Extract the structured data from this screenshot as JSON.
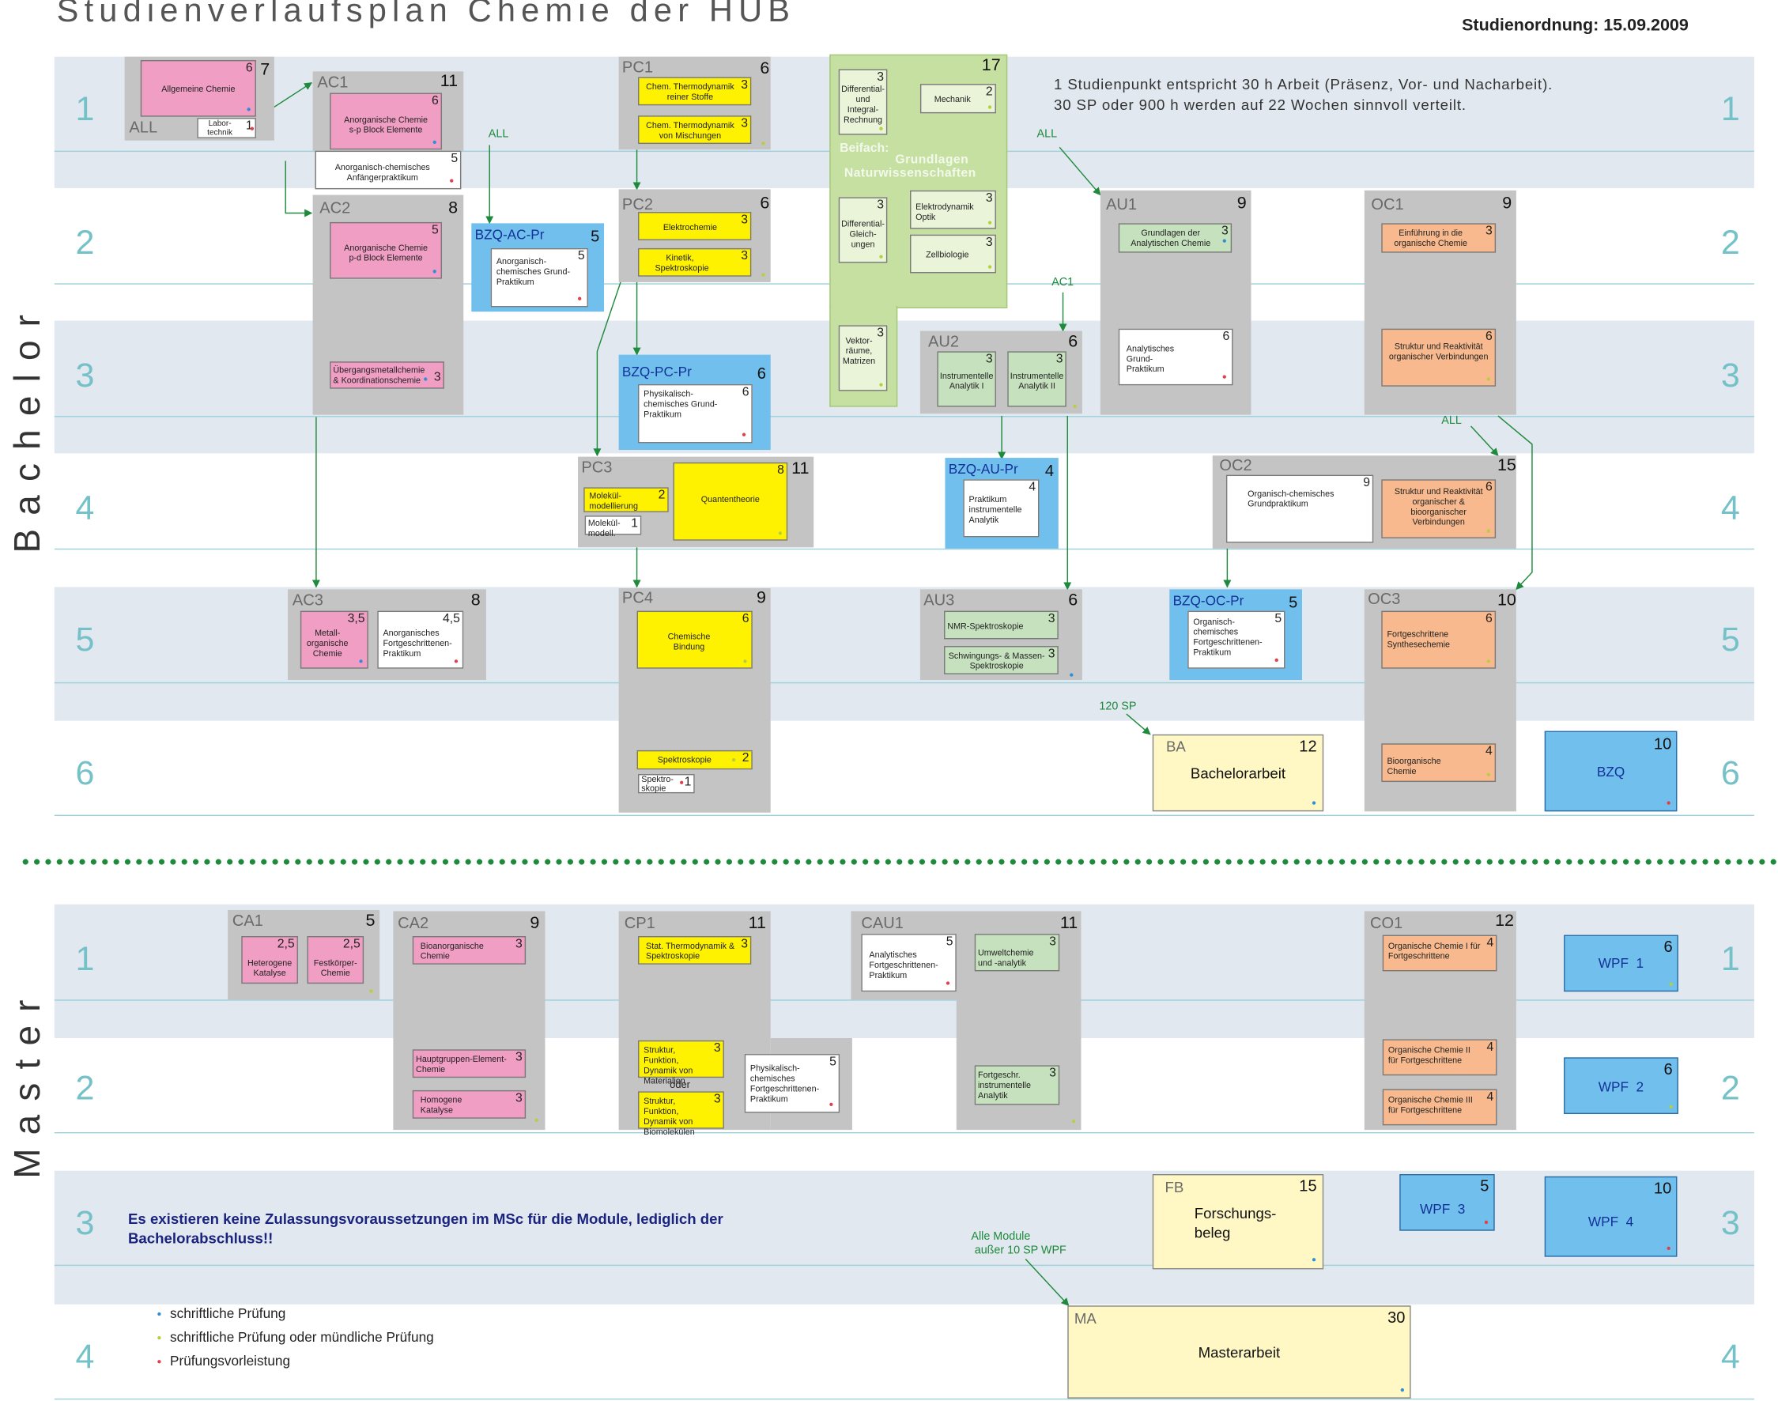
{
  "header": {
    "title": "Studienverlaufsplan Chemie der HUB",
    "order": "Studienordnung: 15.09.2009"
  },
  "info": {
    "line1": "1 Studienpunkt entspricht 30 h Arbeit  (Präsenz, Vor- und Nacharbeit).",
    "line2": "30 SP   oder  900 h  werden  auf  22  Wochen  sinnvoll verteilt."
  },
  "sections": {
    "bachelor": "Bachelor",
    "master": "Master"
  },
  "semesters": {
    "b1": "1",
    "b2": "2",
    "b3": "3",
    "b4": "4",
    "b5": "5",
    "b6": "6",
    "m1": "1",
    "m2": "2",
    "m3": "3",
    "m4": "4"
  },
  "modules": {
    "all": {
      "code": "ALL",
      "points": "7",
      "s1": {
        "name": "Allgemeine Chemie",
        "points": "6"
      },
      "s2": {
        "name": "Labor-technik",
        "points": "1"
      }
    },
    "ac_prakt": {
      "name": "Anorganisch-chemisches Anfängerpraktikum",
      "points": "5"
    },
    "ac1": {
      "code": "AC1",
      "points": "11",
      "s1": {
        "name": "Anorganische Chemie s-p Block Elemente",
        "points": "6"
      }
    },
    "ac2": {
      "code": "AC2",
      "points": "8",
      "s1": {
        "name": "Anorganische Chemie p-d Block Elemente",
        "points": "5"
      },
      "s2": {
        "name": "Übergangsmetallchemie & Koordinationschemie",
        "points": "3"
      }
    },
    "bzq_ac": {
      "code": "BZQ-AC-Pr",
      "points": "5",
      "s1": {
        "name": "Anorganisch-chemisches Grund-Praktikum",
        "points": "5"
      }
    },
    "pc1": {
      "code": "PC1",
      "points": "6",
      "s1": {
        "name": "Chem. Thermodynamik reiner Stoffe",
        "points": "3"
      },
      "s2": {
        "name": "Chem. Thermodynamik von Mischungen",
        "points": "3"
      }
    },
    "pc2": {
      "code": "PC2",
      "points": "6",
      "s1": {
        "name": "Elektrochemie",
        "points": "3"
      },
      "s2": {
        "name": "Kinetik, Spektroskopie",
        "points": "3"
      }
    },
    "bzq_pc": {
      "code": "BZQ-PC-Pr",
      "points": "6",
      "s1": {
        "name": "Physikalisch-chemisches Grund-Praktikum",
        "points": "6"
      }
    },
    "pc3": {
      "code": "PC3",
      "points": "11",
      "s1": {
        "name": "Molekül-modellierung",
        "points": "2"
      },
      "s2": {
        "name": "Molekül-modell.",
        "points": "1"
      },
      "s3": {
        "name": "Quantentheorie",
        "points": "8"
      }
    },
    "pc4": {
      "code": "PC4",
      "points": "9",
      "s1": {
        "name": "Chemische Bindung",
        "points": "6"
      },
      "s2": {
        "name": "Spektroskopie",
        "points": "2"
      },
      "s3": {
        "name": "Spektro-skopie",
        "points": "1"
      }
    },
    "nf": {
      "points": "17",
      "label1": "Grundlagen",
      "label2": "Naturwissenschaften",
      "beifach": "Beifach:",
      "s1": {
        "name": "Differential- und Integral-Rechnung",
        "points": "3"
      },
      "s2": {
        "name": "Mechanik",
        "points": "2"
      },
      "s3": {
        "name": "Differential-Gleich-ungen",
        "points": "3"
      },
      "s4": {
        "name": "Elektrodynamik Optik",
        "points": "3"
      },
      "s5": {
        "name": "Zellbiologie",
        "points": "3"
      },
      "s6": {
        "name": "Vektor-räume, Matrizen",
        "points": "3"
      }
    },
    "au1": {
      "code": "AU1",
      "points": "9",
      "s1": {
        "name": "Grundlagen der Analytischen Chemie",
        "points": "3"
      },
      "s2": {
        "name": "Analytisches Grund-Praktikum",
        "points": "6"
      }
    },
    "au2": {
      "code": "AU2",
      "points": "6",
      "s1": {
        "name": "Instrumentelle Analytik I",
        "points": "3"
      },
      "s2": {
        "name": "Instrumentelle Analytik II",
        "points": "3"
      }
    },
    "bzq_au": {
      "code": "BZQ-AU-Pr",
      "points": "4",
      "s1": {
        "name": "Praktikum instrumentelle Analytik",
        "points": "4"
      }
    },
    "au3": {
      "code": "AU3",
      "points": "6",
      "s1": {
        "name": "NMR-Spektroskopie",
        "points": "3"
      },
      "s2": {
        "name": "Schwingungs- & Massen-Spektroskopie",
        "points": "3"
      }
    },
    "oc1": {
      "code": "OC1",
      "points": "9",
      "s1": {
        "name": "Einführung in die organische Chemie",
        "points": "3"
      },
      "s2": {
        "name": "Struktur und Reaktivität organischer Verbindungen",
        "points": "6"
      }
    },
    "oc2": {
      "code": "OC2",
      "points": "15",
      "s1": {
        "name": "Organisch-chemisches Grundpraktikum",
        "points": "9"
      },
      "s2": {
        "name": "Struktur und Reaktivität organischer & bioorganischer Verbindungen",
        "points": "6"
      }
    },
    "bzq_oc": {
      "code": "BZQ-OC-Pr",
      "points": "5",
      "s1": {
        "name": "Organisch-chemisches Fortgeschrittenen-Praktikum",
        "points": "5"
      }
    },
    "oc3": {
      "code": "OC3",
      "points": "10",
      "s1": {
        "name": "Fortgeschrittene Synthesechemie",
        "points": "6"
      },
      "s2": {
        "name": "Bioorganische Chemie",
        "points": "4"
      }
    },
    "ac3": {
      "code": "AC3",
      "points": "8",
      "s1": {
        "name": "Metall-organische Chemie",
        "points": "3,5"
      },
      "s2": {
        "name": "Anorganisches Fortgeschrittenen-Praktikum",
        "points": "4,5"
      }
    },
    "ba": {
      "code": "BA",
      "points": "12",
      "name": "Bachelorarbeit"
    },
    "bzq": {
      "name": "BZQ",
      "points": "10"
    },
    "ca1": {
      "code": "CA1",
      "points": "5",
      "s1": {
        "name": "Heterogene Katalyse",
        "points": "2,5"
      },
      "s2": {
        "name": "Festkörper-Chemie",
        "points": "2,5"
      }
    },
    "ca2": {
      "code": "CA2",
      "points": "9",
      "s1": {
        "name": "Bioanorganische Chemie",
        "points": "3"
      },
      "s2": {
        "name": "Hauptgruppen-Element-Chemie",
        "points": "3"
      },
      "s3": {
        "name": "Homogene Katalyse",
        "points": "3"
      }
    },
    "cp1": {
      "code": "CP1",
      "points": "11",
      "s1": {
        "name": "Stat. Thermodynamik & Spektroskopie",
        "points": "3"
      },
      "s2": {
        "name": "Struktur, Funktion, Dynamik von Materialien",
        "points": "3"
      },
      "oder": "oder",
      "s3": {
        "name": "Struktur, Funktion, Dynamik von Biomolekülen",
        "points": "3"
      },
      "s4": {
        "name": "Physikalisch-chemisches Fortgeschrittenen-Praktikum",
        "points": "5"
      }
    },
    "cau1": {
      "code": "CAU1",
      "points": "11",
      "s1": {
        "name": "Analytisches Fortgeschrittenen-Praktikum",
        "points": "5"
      },
      "s2": {
        "name": "Umweltchemie und -analytik",
        "points": "3"
      },
      "s3": {
        "name": "Fortgeschr. instrumentelle Analytik",
        "points": "3"
      }
    },
    "co1": {
      "code": "CO1",
      "points": "12",
      "s1": {
        "name": "Organische Chemie I für Fortgeschrittene",
        "points": "4"
      },
      "s2": {
        "name": "Organische Chemie II für Fortgeschrittene",
        "points": "4"
      },
      "s3": {
        "name": "Organische Chemie III für Fortgeschrittene",
        "points": "4"
      }
    },
    "wpf1": {
      "name": "WPF  1",
      "points": "6"
    },
    "wpf2": {
      "name": "WPF  2",
      "points": "6"
    },
    "wpf3": {
      "name": "WPF  3",
      "points": "5"
    },
    "wpf4": {
      "name": "WPF  4",
      "points": "10"
    },
    "fb": {
      "code": "FB",
      "points": "15",
      "name": "Forschungs-beleg"
    },
    "ma": {
      "code": "MA",
      "points": "30",
      "name": "Masterarbeit"
    }
  },
  "connector_labels": {
    "all_ac": "ALL",
    "all_au": "ALL",
    "ac1": "AC1",
    "all_oc": "ALL",
    "sp120": "120 SP",
    "alle1": "Alle Module",
    "alle2": "außer 10 SP WPF"
  },
  "master_note": "Es existieren keine Zulassungsvoraussetzungen im MSc für die Module, lediglich der Bachelorabschluss!!",
  "legend": {
    "written": "schriftliche Prüfung",
    "written_oral": "schriftliche Prüfung oder mündliche Prüfung",
    "prerequisite": "Prüfungsvorleistung"
  },
  "colors": {
    "ac": "#f09ec4",
    "pc": "#fff200",
    "au": "#c6e1bd",
    "oc": "#f7b98d",
    "bzq": "#70bfec",
    "module_bg": "#c4c4c4",
    "band": "#e1e8ef",
    "semester_num": "#74c1c8",
    "divider": "#1e8a3c",
    "dot_written": "#2e8fd6",
    "dot_written_oral": "#b7cf3c",
    "dot_prerequisite": "#e0404a"
  }
}
